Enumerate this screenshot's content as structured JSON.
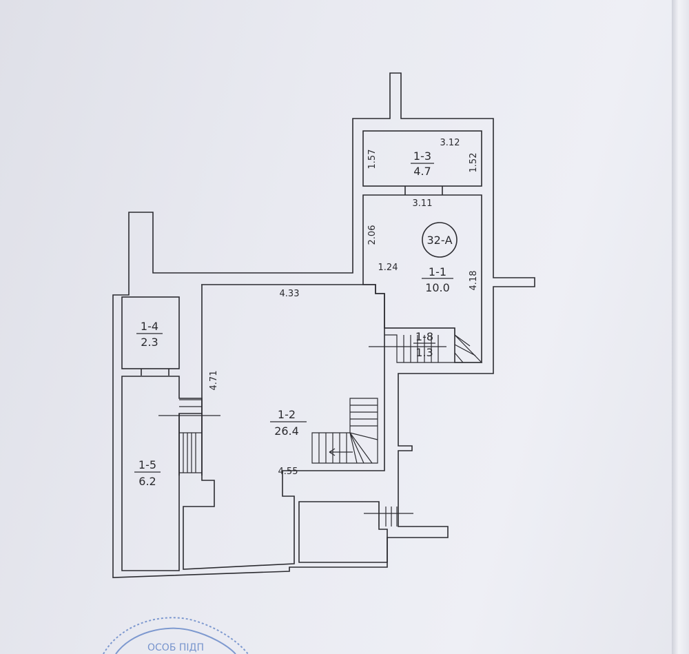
{
  "rooms": [
    {
      "id": "1-1",
      "area": "10.0"
    },
    {
      "id": "1-2",
      "area": "26.4"
    },
    {
      "id": "1-3",
      "area": "4.7"
    },
    {
      "id": "1-4",
      "area": "2.3"
    },
    {
      "id": "1-5",
      "area": "6.2"
    },
    {
      "id": "1-8",
      "area": "1.3"
    }
  ],
  "dimensions": {
    "d312": "3.12",
    "d157": "1.57",
    "d152": "1.52",
    "d311": "3.11",
    "d206": "2.06",
    "d124": "1.24",
    "d418": "4.18",
    "d433": "4.33",
    "d471": "4.71",
    "d455": "4.55"
  },
  "apartment_label": "32-А",
  "stamp_text": "ОСОБ    ПІДП"
}
